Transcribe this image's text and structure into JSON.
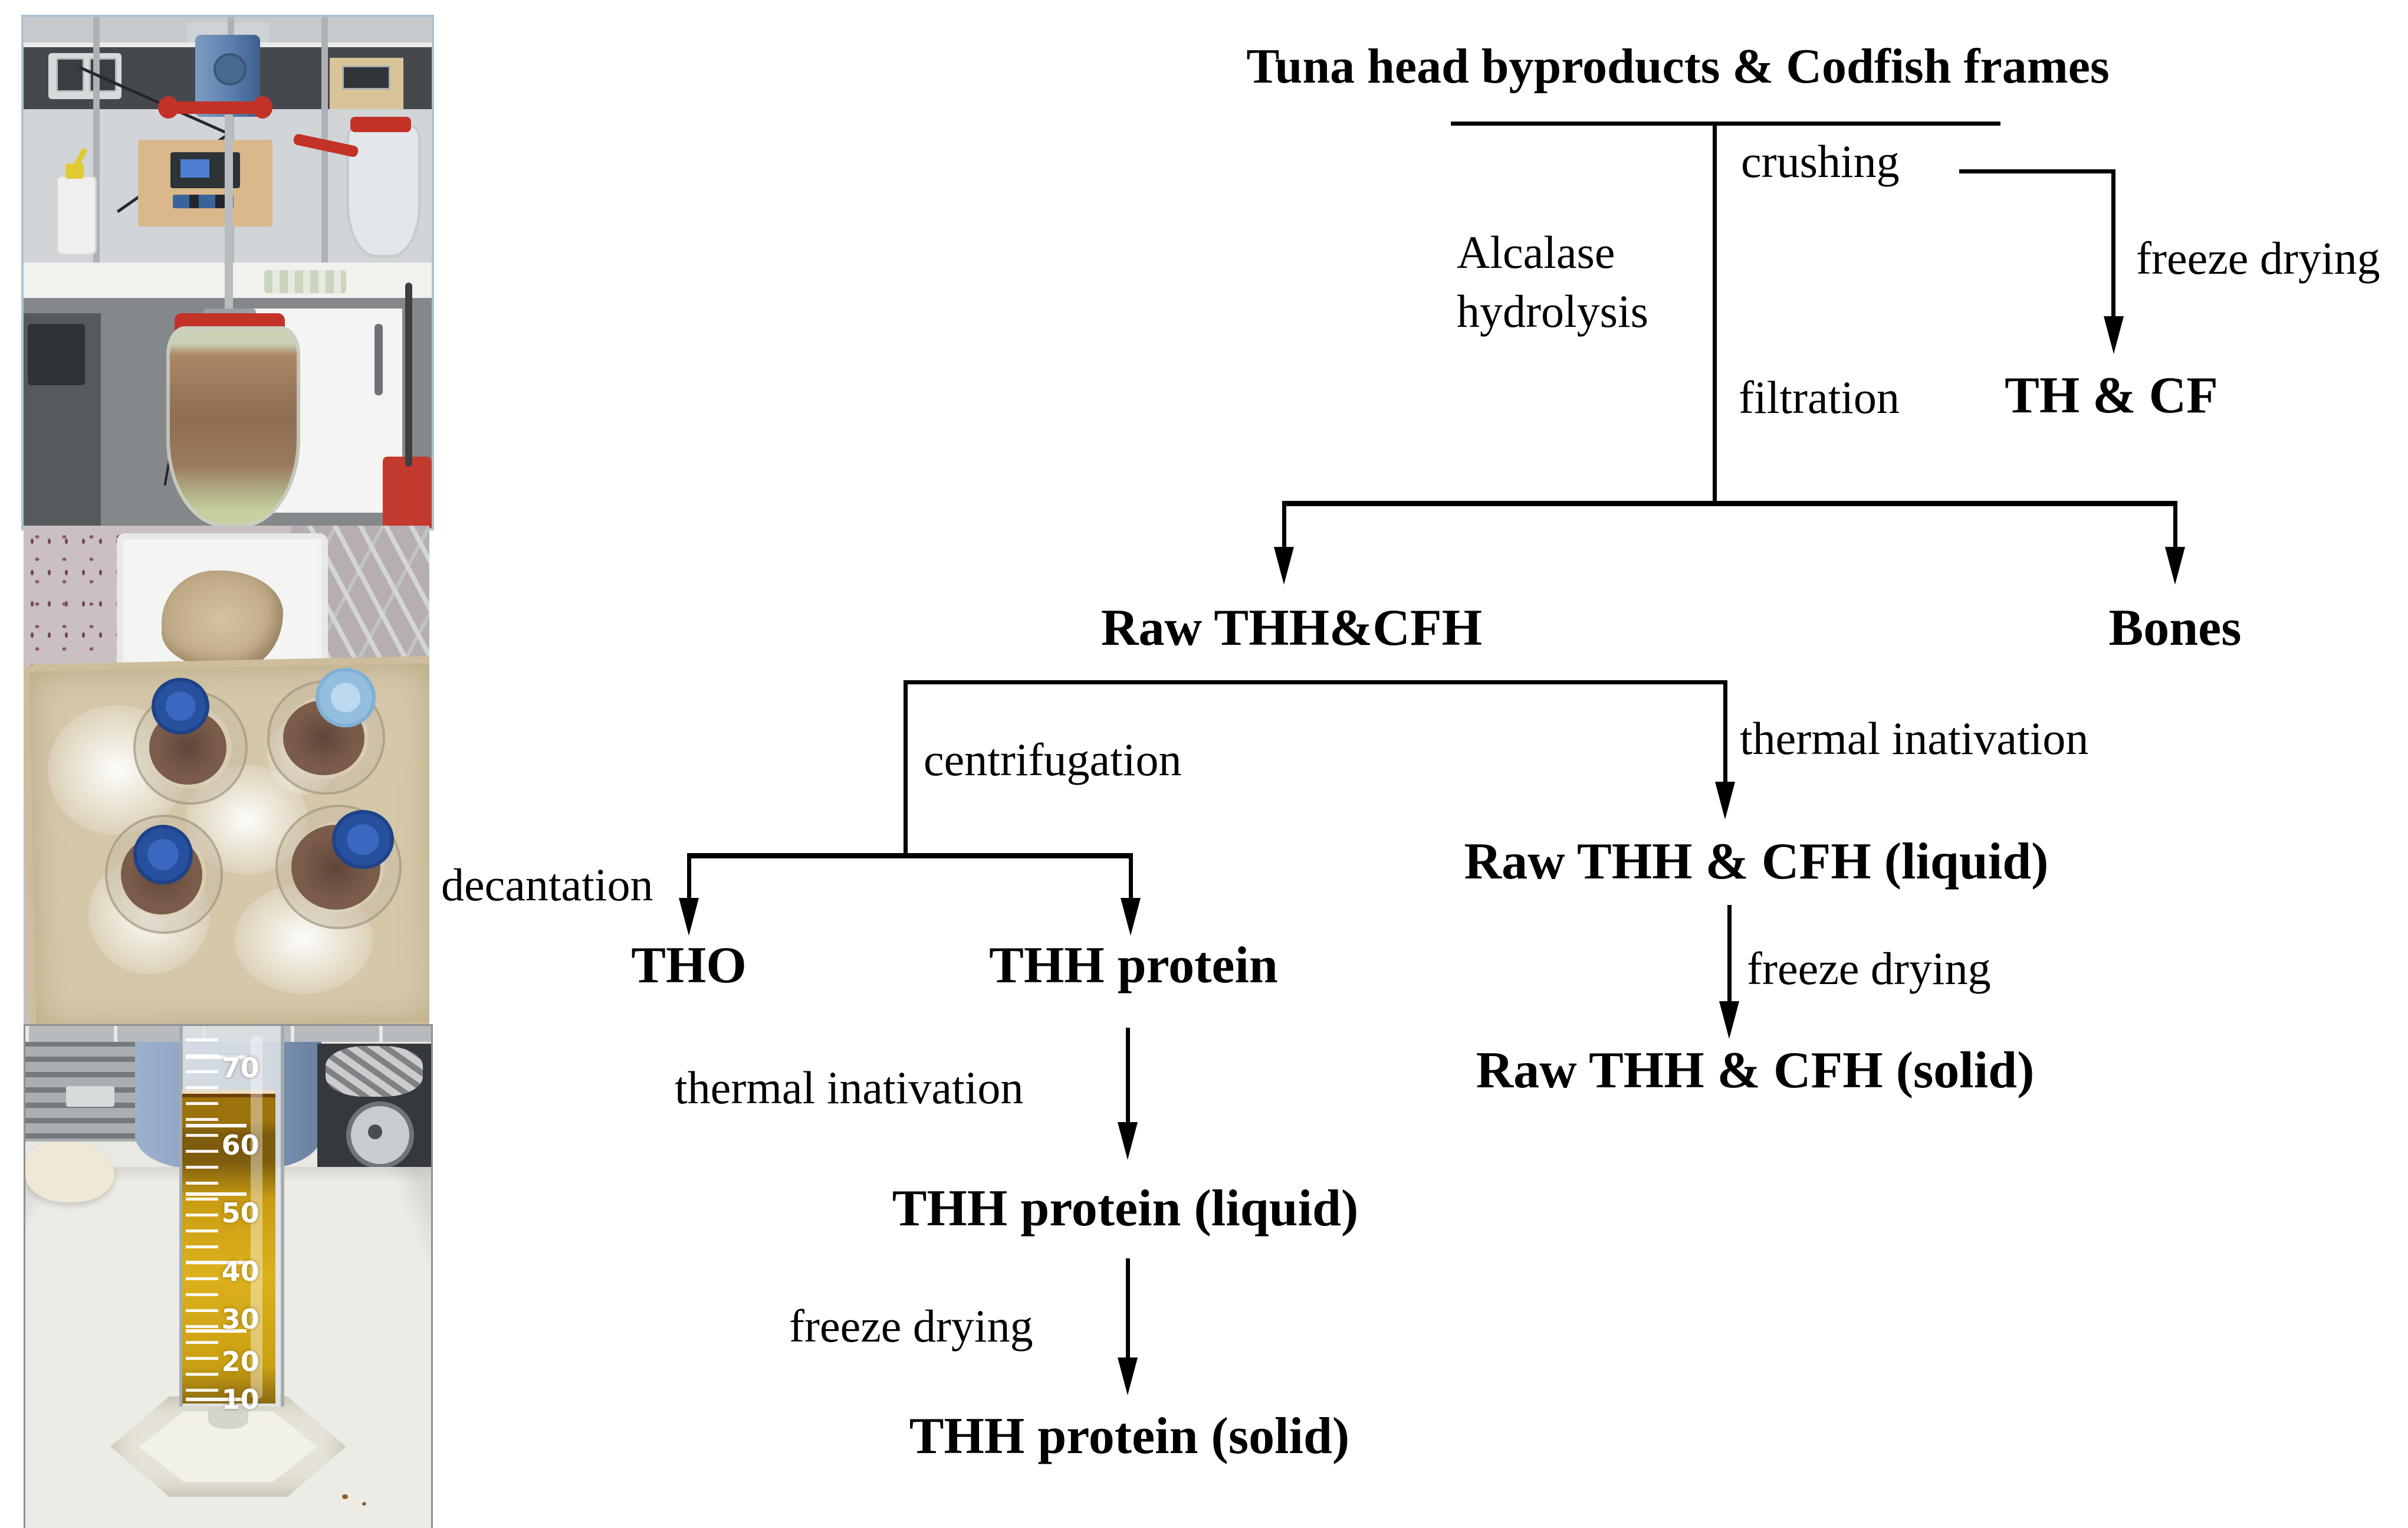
{
  "figure": {
    "background": "#ffffff",
    "line_color": "#000000"
  },
  "flowchart": {
    "title": "Tuna head byproducts & Codfish frames",
    "nodes": {
      "th_cf": "TH & CF",
      "raw_thh_cfh": "Raw THH&CFH",
      "bones": "Bones",
      "raw_liquid": "Raw THH & CFH (liquid)",
      "raw_solid": "Raw THH & CFH (solid)",
      "tho": "THO",
      "thh_protein": "THH protein",
      "thh_liquid": "THH protein (liquid)",
      "thh_solid": "THH protein (solid)"
    },
    "steps": {
      "crushing": "crushing",
      "freeze_drying_top": "freeze drying",
      "alcalase_hydrolysis": "Alcalase hydrolysis",
      "filtration": "filtration",
      "centrifugation": "centrifugation",
      "thermal_inativation_right": "thermal inativation",
      "decantation": "decantation",
      "thermal_inativation_left": "thermal inativation",
      "freeze_drying_right": "freeze drying",
      "freeze_drying_left": "freeze drying"
    }
  },
  "photos": {
    "photo1": {
      "description": "Laboratory bench with overhead stirrer and glass bioreactor vessel containing brown fish hydrolysate",
      "accent_colors": {
        "clamp_red": "#c23227",
        "stirrer_blue": "#5b7fae",
        "wood_panel": "#dab88c",
        "hydrolysate_brown": "#8f6d53"
      }
    },
    "photo2": {
      "description": "Four bottles of brown hydrolysate lying on crushed ice in a tan tray, white tray of protein paste behind",
      "cap_colors": [
        "#27509e",
        "#93bede",
        "#27509e",
        "#27509e"
      ],
      "tray_color": "#d5c8a9"
    },
    "photo3": {
      "description": "Graduated cylinder of yellow tuna head oil standing on a hexagonal base over white cloth",
      "oil_color": "#dcb11c",
      "scale_labels": [
        "70",
        "60",
        "50",
        "40",
        "30",
        "20",
        "10"
      ]
    }
  }
}
